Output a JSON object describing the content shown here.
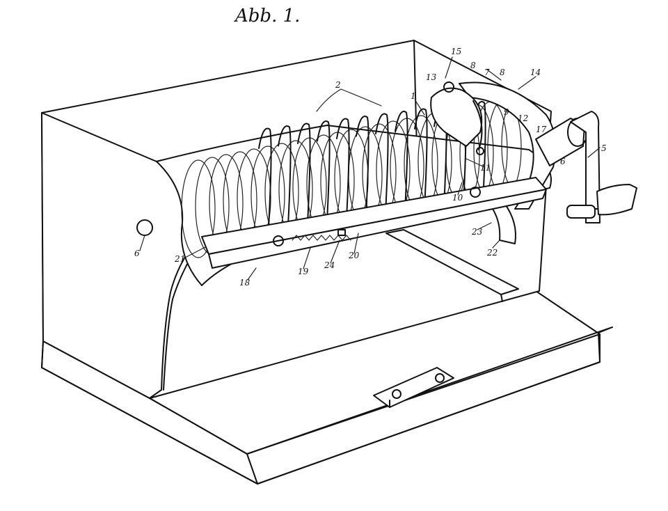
{
  "figure": {
    "title": "Abb. 1.",
    "labels": [
      {
        "id": "n1",
        "text": "1"
      },
      {
        "id": "n2",
        "text": "2"
      },
      {
        "id": "n5",
        "text": "5"
      },
      {
        "id": "n6a",
        "text": "6"
      },
      {
        "id": "n6b",
        "text": "6"
      },
      {
        "id": "n7",
        "text": "7"
      },
      {
        "id": "n8a",
        "text": "8"
      },
      {
        "id": "n8b",
        "text": "8"
      },
      {
        "id": "n9",
        "text": "9"
      },
      {
        "id": "n10",
        "text": "10"
      },
      {
        "id": "n11",
        "text": "11"
      },
      {
        "id": "n12",
        "text": "12"
      },
      {
        "id": "n13",
        "text": "13"
      },
      {
        "id": "n14",
        "text": "14"
      },
      {
        "id": "n15",
        "text": "15"
      },
      {
        "id": "n17",
        "text": "17"
      },
      {
        "id": "n18",
        "text": "18"
      },
      {
        "id": "n19",
        "text": "19"
      },
      {
        "id": "n20",
        "text": "20"
      },
      {
        "id": "n21",
        "text": "21"
      },
      {
        "id": "n22",
        "text": "22"
      },
      {
        "id": "n23",
        "text": "23"
      },
      {
        "id": "n24",
        "text": "24"
      }
    ]
  }
}
